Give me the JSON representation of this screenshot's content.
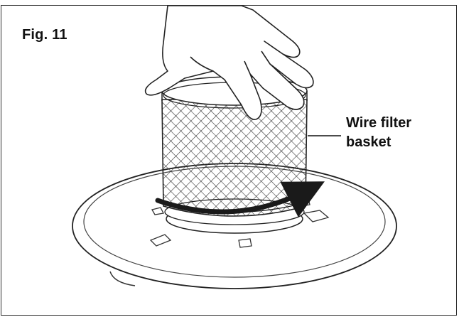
{
  "figure": {
    "label": "Fig. 11",
    "callout": {
      "line1": "Wire filter",
      "line2": "basket"
    }
  },
  "colors": {
    "ink": "#111111",
    "arrow": "#1a1a1a",
    "paper": "#ffffff"
  }
}
